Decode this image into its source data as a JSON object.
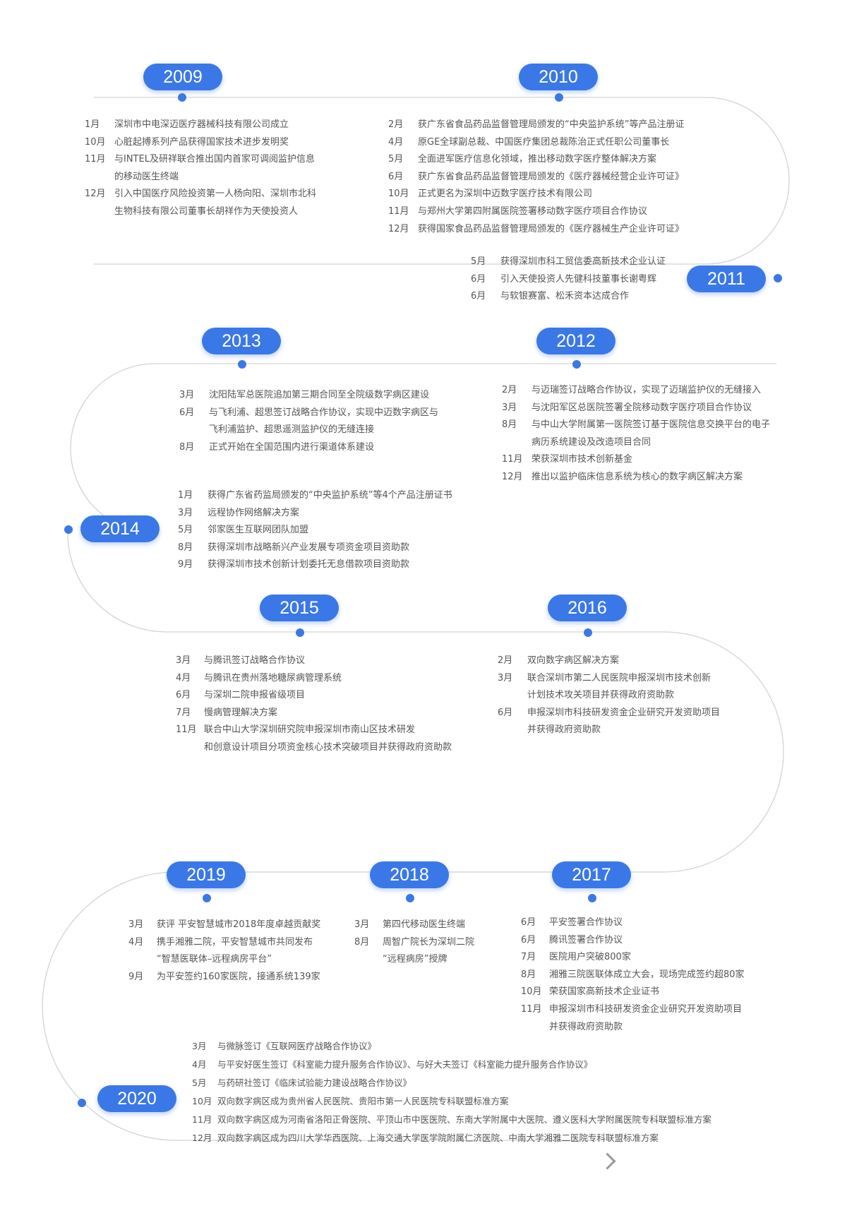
{
  "years": {
    "y2009": "2009",
    "y2010": "2010",
    "y2011": "2011",
    "y2012": "2012",
    "y2013": "2013",
    "y2014": "2014",
    "y2015": "2015",
    "y2016": "2016",
    "y2017": "2017",
    "y2018": "2018",
    "y2019": "2019",
    "y2020": "2020"
  },
  "events": {
    "y2009": [
      {
        "month": "1月",
        "text": "深圳市中电深迈医疗器械科技有限公司成立"
      },
      {
        "month": "10月",
        "text": "心脏起搏系列产品获得国家技术进步发明奖"
      },
      {
        "month": "11月",
        "text": "与INTEL及研祥联合推出国内首家可调阅监护信息"
      },
      {
        "month": "",
        "text": "的移动医生终端"
      },
      {
        "month": "12月",
        "text": "引入中国医疗风险投资第一人杨向阳、深圳市北科"
      },
      {
        "month": "",
        "text": "生物科技有限公司董事长胡祥作为天使投资人"
      }
    ],
    "y2010": [
      {
        "month": "2月",
        "text": "获广东省食品药品监督管理局颁发的“中央监护系统”等产品注册证"
      },
      {
        "month": "4月",
        "text": "原GE全球副总裁、中国医疗集团总裁陈治正式任职公司董事长"
      },
      {
        "month": "5月",
        "text": "全面进军医疗信息化领域，推出移动数字医疗整体解决方案"
      },
      {
        "month": "6月",
        "text": "获广东省食品药品监督管理局颁发的《医疗器械经营企业许可证》"
      },
      {
        "month": "10月",
        "text": "正式更名为深圳中迈数字医疗技术有限公司"
      },
      {
        "month": "11月",
        "text": "与郑州大学第四附属医院签署移动数字医疗项目合作协议"
      },
      {
        "month": "12月",
        "text": "获得国家食品药品监督管理局颁发的《医疗器械生产企业许可证》"
      }
    ],
    "y2011": [
      {
        "month": "5月",
        "text": "获得深圳市科工贸信委高新技术企业认证"
      },
      {
        "month": "6月",
        "text": "引入天使投资人先健科技董事长谢粤辉"
      },
      {
        "month": "6月",
        "text": "与软银赛富、松禾资本达成合作"
      }
    ],
    "y2012": [
      {
        "month": "2月",
        "text": "与迈瑞签订战略合作协议，实现了迈瑞监护仪的无缝接入"
      },
      {
        "month": "3月",
        "text": "与沈阳军区总医院签署全院移动数字医疗项目合作协议"
      },
      {
        "month": "8月",
        "text": "与中山大学附属第一医院签订基于医院信息交换平台的电子"
      },
      {
        "month": "",
        "text": "病历系统建设及改造项目合同"
      },
      {
        "month": "11月",
        "text": "荣获深圳市技术创新基金"
      },
      {
        "month": "12月",
        "text": "推出以监护临床信息系统为核心的数字病区解决方案"
      }
    ],
    "y2013": [
      {
        "month": "3月",
        "text": "沈阳陆军总医院追加第三期合同至全院级数字病区建设"
      },
      {
        "month": "6月",
        "text": "与飞利浦、超思签订战略合作协议，实现中迈数字病区与"
      },
      {
        "month": "",
        "text": "飞利浦监护、超思遥测监护仪的无缝连接"
      },
      {
        "month": "8月",
        "text": "正式开始在全国范围内进行渠道体系建设"
      }
    ],
    "y2014": [
      {
        "month": "1月",
        "text": "获得广东省药监局颁发的“中央监护系统”等4个产品注册证书"
      },
      {
        "month": "3月",
        "text": "远程协作网络解决方案"
      },
      {
        "month": "5月",
        "text": "邻家医生互联网团队加盟"
      },
      {
        "month": "8月",
        "text": "获得深圳市战略新兴产业发展专项资金项目资助款"
      },
      {
        "month": "9月",
        "text": "获得深圳市技术创新计划委托无息借款项目资助款"
      }
    ],
    "y2015": [
      {
        "month": "3月",
        "text": "与腾讯签订战略合作协议"
      },
      {
        "month": "4月",
        "text": "与腾讯在贵州落地糖尿病管理系统"
      },
      {
        "month": "6月",
        "text": "与深圳二院申报省级项目"
      },
      {
        "month": "7月",
        "text": "慢病管理解决方案"
      },
      {
        "month": "11月",
        "text": "联合中山大学深圳研究院申报深圳市南山区技术研发"
      },
      {
        "month": "",
        "text": "和创意设计项目分项资金核心技术突破项目并获得政府资助款"
      }
    ],
    "y2016": [
      {
        "month": "2月",
        "text": "双向数字病区解决方案"
      },
      {
        "month": "3月",
        "text": "联合深圳市第二人民医院申报深圳市技术创新"
      },
      {
        "month": "",
        "text": "计划技术攻关项目并获得政府资助款"
      },
      {
        "month": "6月",
        "text": "申报深圳市科技研发资金企业研究开发资助项目"
      },
      {
        "month": "",
        "text": "并获得政府资助款"
      }
    ],
    "y2017": [
      {
        "month": "6月",
        "text": "平安签署合作协议"
      },
      {
        "month": "6月",
        "text": "腾讯签署合作协议"
      },
      {
        "month": "7月",
        "text": "医院用户突破800家"
      },
      {
        "month": "8月",
        "text": "湘雅三院医联体成立大会，现场完成签约超80家"
      },
      {
        "month": "10月",
        "text": "荣获国家高新技术企业证书"
      },
      {
        "month": "11月",
        "text": "申报深圳市科技研发资金企业研究开发资助项目"
      },
      {
        "month": "",
        "text": "并获得政府资助款"
      }
    ],
    "y2018": [
      {
        "month": "3月",
        "text": "第四代移动医生终端"
      },
      {
        "month": "8月",
        "text": "周智广院长为深圳二院"
      },
      {
        "month": "",
        "text": "“远程病房”授牌"
      }
    ],
    "y2019": [
      {
        "month": "3月",
        "text": "获评 平安智慧城市2018年度卓越贡献奖"
      },
      {
        "month": "4月",
        "text": "携手湘雅二院，平安智慧城市共同发布"
      },
      {
        "month": "",
        "text": "“智慧医联体–远程病房平台”"
      },
      {
        "month": "9月",
        "text": "为平安签约160家医院，接通系统139家"
      }
    ],
    "y2020": [
      {
        "month": "3月",
        "text": "与微脉签订《互联网医疗战略合作协议》"
      },
      {
        "month": "4月",
        "text": "与平安好医生签订《科室能力提升服务合作协议》、与好大夫签订《科室能力提升服务合作协议》"
      },
      {
        "month": "5月",
        "text": "与药研社签订《临床试验能力建设战略合作协议》"
      },
      {
        "month": "10月",
        "text": "双向数字病区成为贵州省人民医院、贵阳市第一人民医院专科联盟标准方案"
      },
      {
        "month": "11月",
        "text": "双向数字病区成为河南省洛阳正骨医院、平顶山市中医医院、东南大学附属中大医院、遵义医科大学附属医院专科联盟标准方案"
      },
      {
        "month": "12月",
        "text": "双向数字病区成为四川大学华西医院、上海交通大学医学院附属仁济医院、中南大学湘雅二医院专科联盟标准方案"
      }
    ]
  },
  "colors": {
    "accent": "#3b78e7",
    "path": "#d3d3d3",
    "text": "#555555",
    "arrow": "#9a9a9a"
  },
  "icons": {
    "end": "chevron-right-icon"
  }
}
